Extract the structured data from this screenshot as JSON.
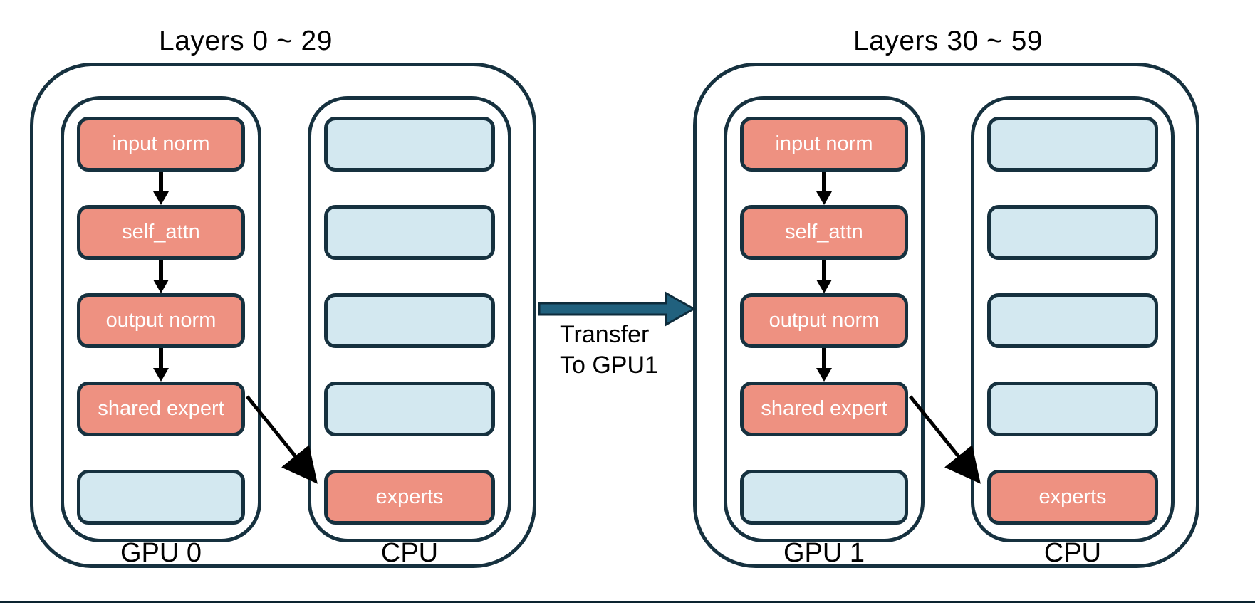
{
  "diagram": {
    "groups": [
      {
        "title": "Layers 0 ~ 29",
        "gpu": {
          "label": "GPU 0",
          "modules": [
            "input norm",
            "self_attn",
            "output norm",
            "shared expert"
          ],
          "empty_slot_count": 1
        },
        "cpu": {
          "label": "CPU",
          "modules": [
            "experts"
          ],
          "empty_slot_count": 4
        }
      },
      {
        "title": "Layers 30 ~ 59",
        "gpu": {
          "label": "GPU 1",
          "modules": [
            "input norm",
            "self_attn",
            "output norm",
            "shared expert"
          ],
          "empty_slot_count": 1
        },
        "cpu": {
          "label": "CPU",
          "modules": [
            "experts"
          ],
          "empty_slot_count": 4
        }
      }
    ],
    "transfer": {
      "line1": "Transfer",
      "line2": "To GPU1"
    },
    "colors": {
      "module_fill": "#ee9181",
      "empty_slot_fill": "#d3e8f0",
      "outline": "#16313f",
      "transfer_arrow_fill": "#21617e",
      "transfer_arrow_outline": "#0e2c3c",
      "flow_arrow": "#000000",
      "background": "#ffffff"
    }
  }
}
